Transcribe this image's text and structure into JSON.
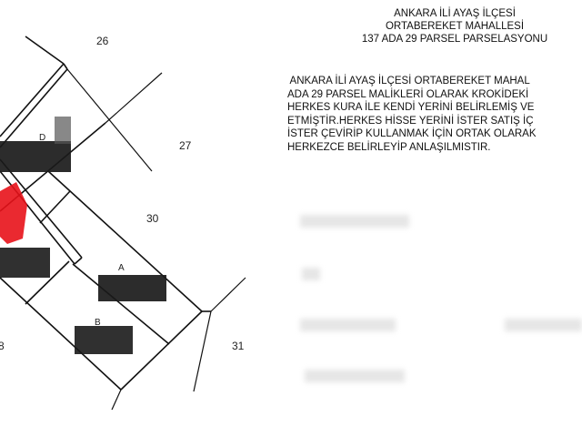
{
  "title": {
    "line1": "ANKARA İLİ AYAŞ İLÇESİ",
    "line2": "ORTABEREKET MAHALLESİ",
    "line3": "137 ADA 29 PARSEL PARSELASYONU"
  },
  "paragraph": [
    " ANKARA İLİ AYAŞ İLÇESİ ORTABEREKET MAHAL",
    "ADA 29 PARSEL MALİKLERİ OLARAK KROKİDEKİ",
    "HERKES KURA İLE KENDİ YERİNİ BELİRLEMİŞ VE",
    "ETMİŞTİR.HERKES HİSSE YERİNİ İSTER SATIŞ İÇ",
    "İSTER ÇEVİRİP KULLANMAK İÇİN ORTAK OLARAK",
    "HERKEZCE BELİRLEYİP ANLAŞILMISTIR."
  ],
  "map": {
    "parcel_numbers": [
      "26",
      "27",
      "30",
      "31",
      "8"
    ],
    "lot_labels": [
      "D",
      "A",
      "B"
    ],
    "colors": {
      "line": "#111111",
      "redaction": "#1a1a1a",
      "highlight": "#e8121a"
    }
  }
}
